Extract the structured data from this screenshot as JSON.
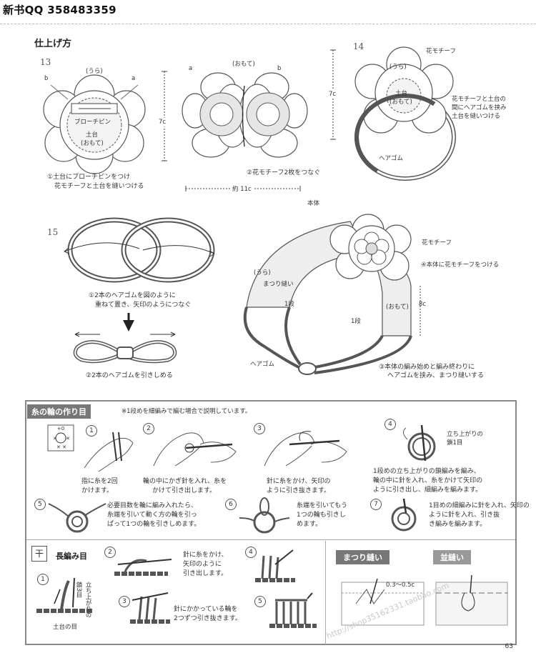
{
  "header": {
    "title": "新书QQ 358483359"
  },
  "section_title": "仕上げ方",
  "fig13": {
    "num": "13",
    "label_b": "b",
    "label_a": "a",
    "label_ura": "(うら)",
    "label_pin": "ブローチピン",
    "label_base": "土台",
    "label_omote": "(おもて)",
    "step1_line1": "①土台にブローチピンをつけ",
    "step1_line2": "花モチーフと土台を縫いつける"
  },
  "fig13b": {
    "label_omote": "(おもて)",
    "label_a": "a",
    "label_b": "b",
    "dim_height": "7c",
    "step2": "②花モチーフ2枚をつなぐ",
    "dim_width": "約 11c"
  },
  "fig14": {
    "num": "14",
    "label_motif": "花モチーフ",
    "label_ura": "(うら)",
    "label_base": "土台",
    "label_omote": "(おもて)",
    "dim_height": "7c",
    "note_line1": "花モチーフと土台の",
    "note_line2": "間にヘアゴムを挟み",
    "note_line3": "土台を縫いつける",
    "label_gum": "ヘアゴム"
  },
  "fig15": {
    "num": "15",
    "step1_line1": "①2本のヘアゴムを図のように",
    "step1_line2": "重ねて置き、矢印のようにつなぐ",
    "step2": "②2本のヘアゴムを引きしめる",
    "label_body": "本体",
    "label_motif": "花モチーフ",
    "step4": "④本体に花モチーフをつける",
    "label_ura": "(うら)",
    "label_matsuri": "まつり縫い",
    "label_1dan_a": "1段",
    "label_omote": "(おもて)",
    "dim": "8c",
    "label_1dan_b": "1段",
    "label_gum": "ヘアゴム",
    "step3_line1": "③本体の編み始めと編み終わりに",
    "step3_line2": "ヘアゴムを挟み、まつり縫いする"
  },
  "ring": {
    "title": "糸の輪の作り目",
    "note": "※1段めを細編みで編む場合で説明しています。",
    "s1_num": "1",
    "s1_line1": "指に糸を2回",
    "s1_line2": "かけます。",
    "s2_num": "2",
    "s2_line1": "輪の中にかぎ針を入れ、糸を",
    "s2_line2": "かけて引き出します。",
    "s3_num": "3",
    "s3_line1": "針に糸をかけ、矢印の",
    "s3_line2": "ように引き抜きます。",
    "s4_num": "4",
    "s4_label1": "立ち上がりの",
    "s4_label2": "鎖1目",
    "s4_line1": "1段めの立ち上がりの鎖編みを編み、",
    "s4_line2": "輪の中に針を入れ、糸をかけて矢印の",
    "s4_line3": "ように引き出し、細編みを編みます。",
    "s5_num": "5",
    "s5_line1": "必要目数を輪に編み入れたら、",
    "s5_line2": "糸端を引いて動く方の輪を引っ",
    "s5_line3": "ぱって1つの輪を引きしめます。",
    "s6_num": "6",
    "s6_line1": "糸端を引いてもう",
    "s6_line2": "1つの輪も引きし",
    "s6_line3": "めます。",
    "s7_num": "7",
    "s7_line1": "1目めの細編みに針を入れ、矢印の",
    "s7_line2": "ように針を入れ、引き抜",
    "s7_line3": "き編みを編みます。"
  },
  "long": {
    "title": "長編み目",
    "symbol": "干",
    "s1_num": "1",
    "s1_label1": "立ち上がりの",
    "s1_label2": "鎖3目",
    "s1_base": "土台の目",
    "s2_num": "2",
    "s2_line1": "針に糸をかけ、",
    "s2_line2": "矢印のように",
    "s2_line3": "引き出します。",
    "s3_num": "3",
    "s3_line1": "針にかかっている輪を",
    "s3_line2": "2つずつ引き抜きます。",
    "s4_num": "4",
    "s5_num": "5"
  },
  "matsuri": {
    "title": "まつり縫い",
    "measure": "0.3〜0.5c"
  },
  "nami": {
    "title": "並縫い"
  },
  "watermark1": "http://shop35162331.taobao.com",
  "page_number": "63"
}
